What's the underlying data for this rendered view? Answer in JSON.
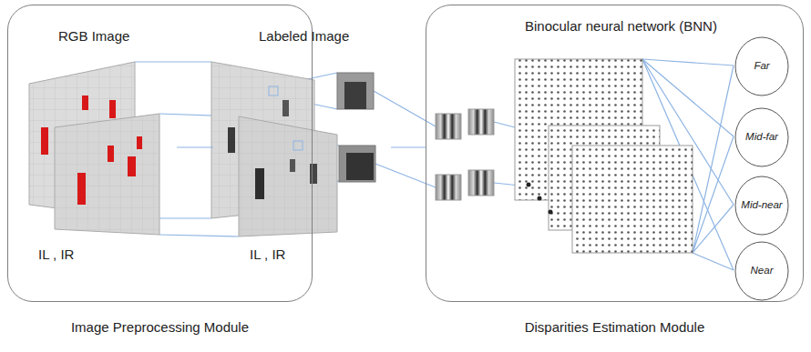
{
  "diagram": {
    "nodes": [
      {
        "text": [
          "Image Preprocessing Module"
        ]
      },
      {
        "text": [
          "RGB Image",
          "IL , IR"
        ],
        "in": 0
      },
      {
        "text": [
          "Labeled Image",
          "IL , IR"
        ],
        "in": 0
      },
      {
        "text": [
          "Binocular neural network (BNN)",
          "Disparities Estimation Module"
        ]
      },
      {
        "text": [
          "Far"
        ],
        "in": 3
      },
      {
        "text": [
          "Mid-far"
        ],
        "in": 3
      },
      {
        "text": [
          "Mid-near"
        ],
        "in": 3
      },
      {
        "text": [
          "Near"
        ],
        "in": 3
      }
    ],
    "edges": [
      {
        "from": 1,
        "to": 2,
        "arrow": "none"
      },
      {
        "from": 2,
        "to": 3,
        "arrow": "none"
      }
    ]
  }
}
